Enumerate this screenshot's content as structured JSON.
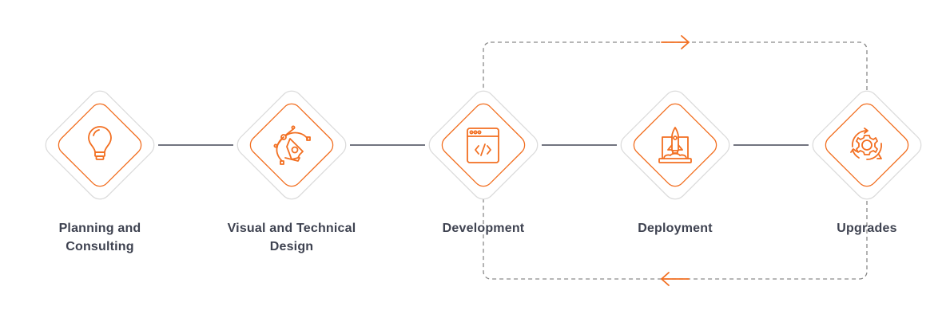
{
  "colors": {
    "accent": "#f26f21",
    "connector": "#1f2233",
    "diamond_outline": "#dcdcdc",
    "loop": "#8a8a8a",
    "label": "#3e4250"
  },
  "steps": [
    {
      "label": "Planning and\nConsulting",
      "icon": "lightbulb-icon"
    },
    {
      "label": "Visual and Technical\nDesign",
      "icon": "pen-tool-icon"
    },
    {
      "label": "Development",
      "icon": "code-window-icon"
    },
    {
      "label": "Deployment",
      "icon": "rocket-laptop-icon"
    },
    {
      "label": "Upgrades",
      "icon": "gear-cycle-icon"
    }
  ],
  "loop": {
    "top_arrow": "arrow-right-icon",
    "bottom_arrow": "arrow-left-icon"
  }
}
